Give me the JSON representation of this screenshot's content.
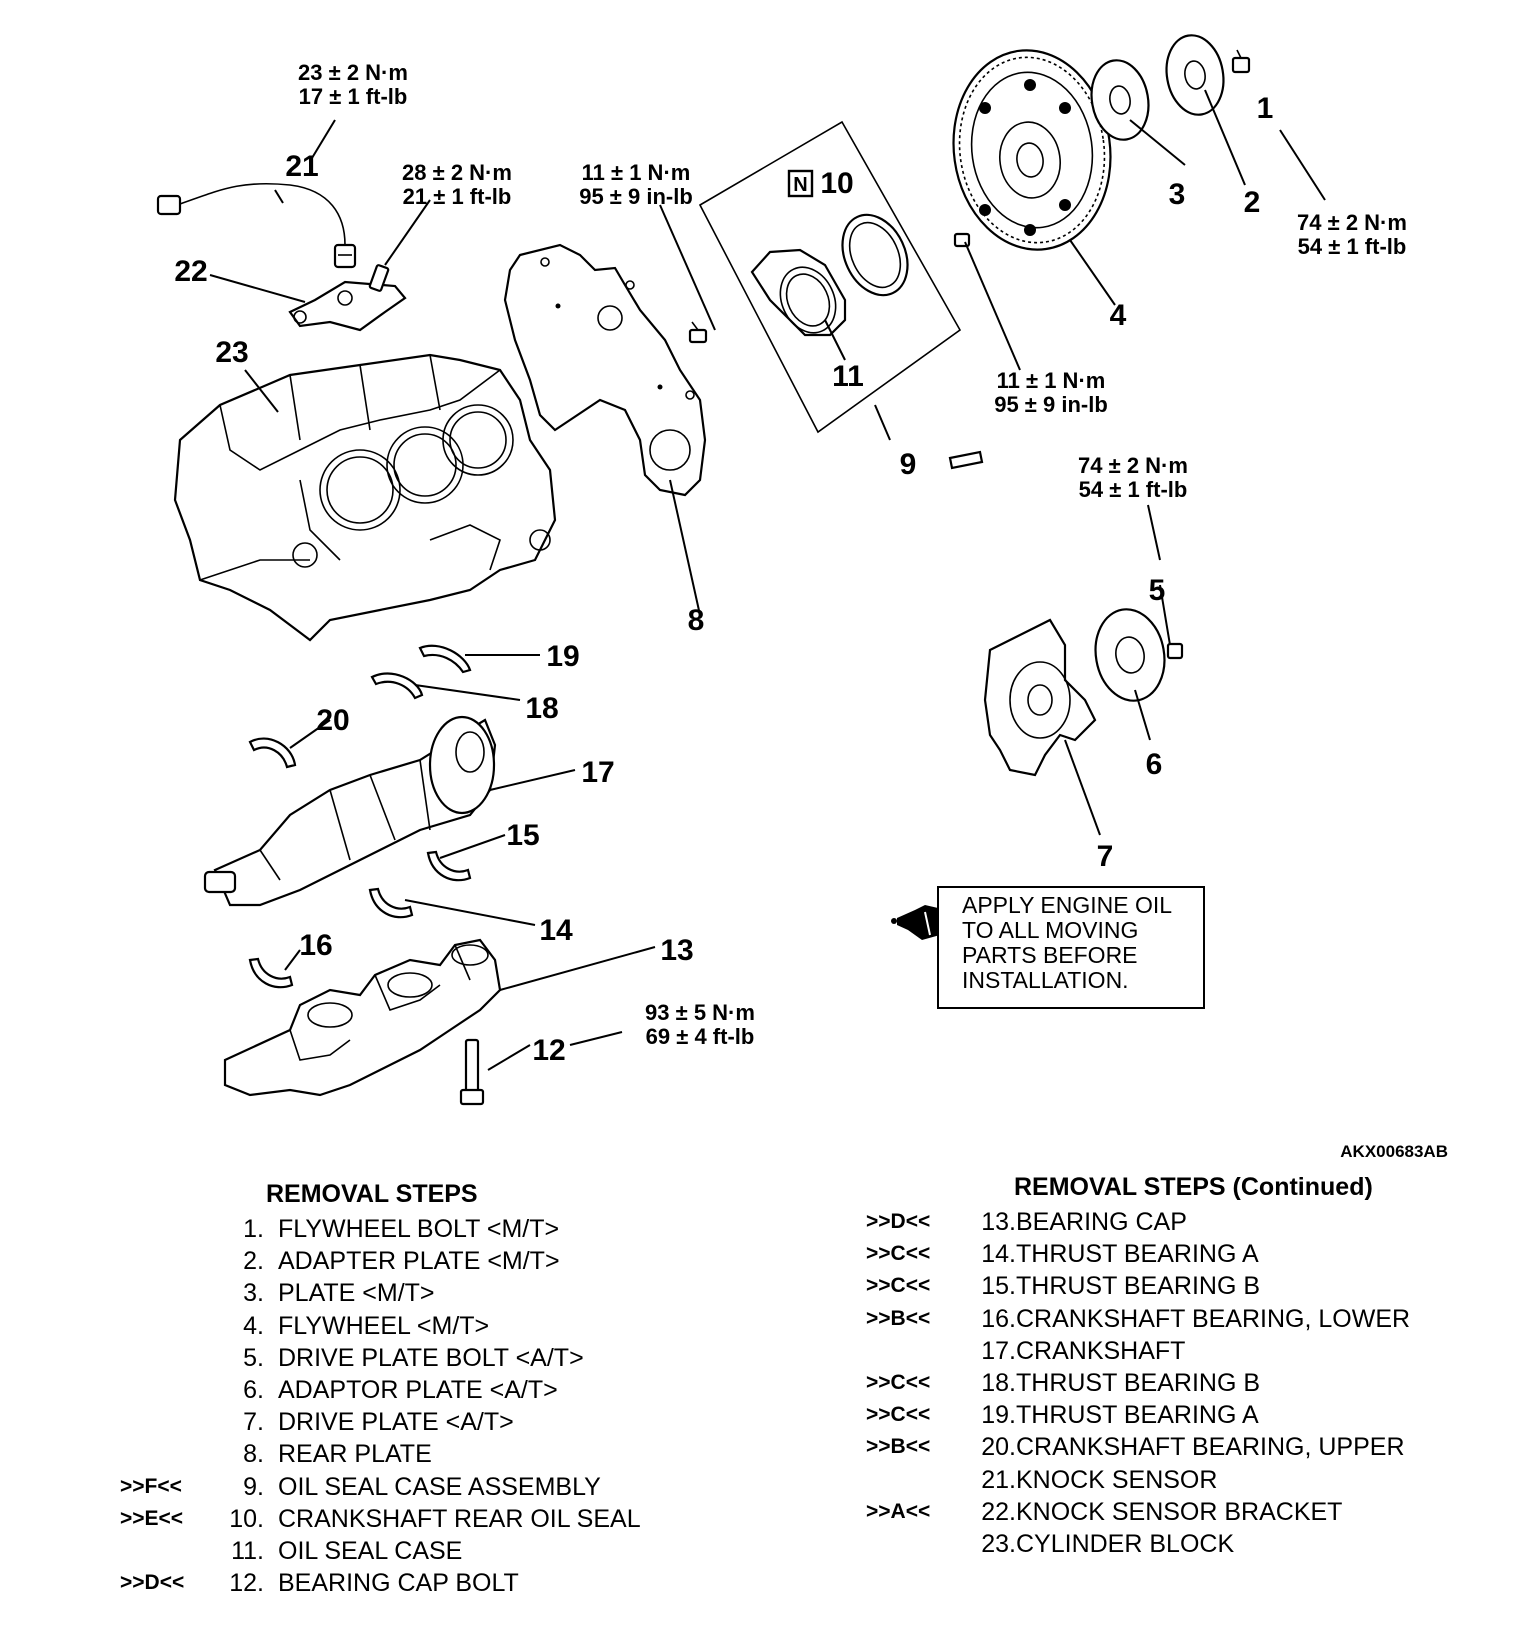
{
  "torque": {
    "knock_sensor": [
      "23 ± 2 N·m",
      "17 ± 1 ft-lb"
    ],
    "bracket_bolt": [
      "28 ± 2 N·m",
      "21 ± 1 ft-lb"
    ],
    "rear_plate_bolt": [
      "11 ± 1 N·m",
      "95 ± 9 in-lb"
    ],
    "oil_seal_case_bolt": [
      "11 ± 1 N·m",
      "95 ± 9 in-lb"
    ],
    "flywheel_bolt": [
      "74 ± 2 N·m",
      "54 ± 1 ft-lb"
    ],
    "drive_plate_bolt": [
      "74 ± 2 N·m",
      "54 ± 1 ft-lb"
    ],
    "bearing_cap_bolt": [
      "93 ± 5 N·m",
      "69 ± 4 ft-lb"
    ]
  },
  "callouts": [
    "1",
    "2",
    "3",
    "4",
    "5",
    "6",
    "7",
    "8",
    "9",
    "10",
    "11",
    "12",
    "13",
    "14",
    "15",
    "16",
    "17",
    "18",
    "19",
    "20",
    "21",
    "22",
    "23"
  ],
  "new_part_symbol": "N",
  "oil_note": [
    "APPLY ENGINE OIL",
    "TO ALL MOVING",
    "PARTS BEFORE",
    "INSTALLATION."
  ],
  "figure_id": "AKX00683AB",
  "removal_steps": {
    "title": "REMOVAL STEPS",
    "items": [
      {
        "mark": "",
        "num": "1.",
        "label": "FLYWHEEL BOLT <M/T>"
      },
      {
        "mark": "",
        "num": "2.",
        "label": "ADAPTER PLATE <M/T>"
      },
      {
        "mark": "",
        "num": "3.",
        "label": "PLATE <M/T>"
      },
      {
        "mark": "",
        "num": "4.",
        "label": "FLYWHEEL <M/T>"
      },
      {
        "mark": "",
        "num": "5.",
        "label": "DRIVE PLATE BOLT <A/T>"
      },
      {
        "mark": "",
        "num": "6.",
        "label": "ADAPTOR PLATE <A/T>"
      },
      {
        "mark": "",
        "num": "7.",
        "label": "DRIVE PLATE <A/T>"
      },
      {
        "mark": "",
        "num": "8.",
        "label": "REAR PLATE"
      },
      {
        "mark": ">>F<<",
        "num": "9.",
        "label": "OIL SEAL CASE ASSEMBLY"
      },
      {
        "mark": ">>E<<",
        "num": "10.",
        "label": "CRANKSHAFT REAR OIL SEAL"
      },
      {
        "mark": "",
        "num": "11.",
        "label": "OIL SEAL CASE"
      },
      {
        "mark": ">>D<<",
        "num": "12.",
        "label": "BEARING CAP BOLT"
      }
    ]
  },
  "removal_steps_continued": {
    "title": "REMOVAL STEPS (Continued)",
    "items": [
      {
        "mark": ">>D<<",
        "num": "13.",
        "label": "BEARING CAP"
      },
      {
        "mark": ">>C<<",
        "num": "14.",
        "label": "THRUST BEARING A"
      },
      {
        "mark": ">>C<<",
        "num": "15.",
        "label": "THRUST BEARING B"
      },
      {
        "mark": ">>B<<",
        "num": "16.",
        "label": "CRANKSHAFT BEARING, LOWER"
      },
      {
        "mark": "",
        "num": "17.",
        "label": "CRANKSHAFT"
      },
      {
        "mark": ">>C<<",
        "num": "18.",
        "label": "THRUST BEARING B"
      },
      {
        "mark": ">>C<<",
        "num": "19.",
        "label": "THRUST BEARING A"
      },
      {
        "mark": ">>B<<",
        "num": "20.",
        "label": "CRANKSHAFT BEARING, UPPER"
      },
      {
        "mark": "",
        "num": "21.",
        "label": "KNOCK SENSOR"
      },
      {
        "mark": ">>A<<",
        "num": "22.",
        "label": "KNOCK SENSOR BRACKET"
      },
      {
        "mark": "",
        "num": "23.",
        "label": "CYLINDER BLOCK"
      }
    ]
  }
}
